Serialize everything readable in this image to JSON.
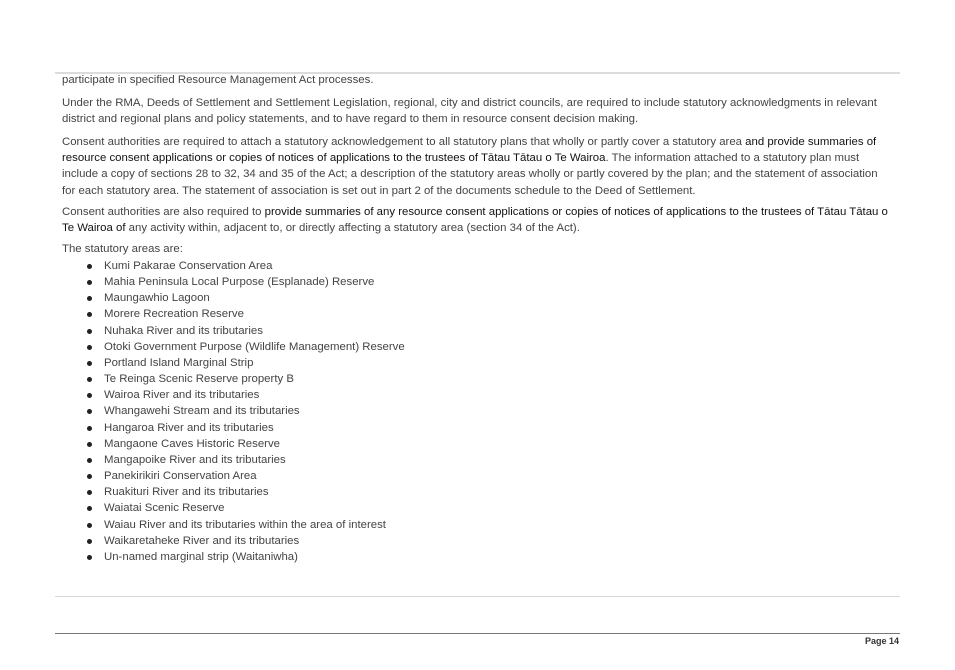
{
  "paragraphs": {
    "p1": "participate in specified Resource Management Act processes.",
    "p2": "Under the RMA, Deeds of Settlement and Settlement Legislation, regional, city and district councils, are required to include statutory acknowledgments in relevant district and regional plans and policy statements, and to have regard to them in resource consent decision making.",
    "p3a": "Consent authorities are required to attach a statutory acknowledgement to all statutory plans that wholly or partly cover a statutory area ",
    "p3b": "and provide summaries of resource consent applications or copies of notices of applications to the trustees of Tātau Tātau o Te Wairoa",
    "p3c": ". The information attached to a statutory plan must include a copy of sections 28 to 32, 34 and 35 of the Act; a description of the statutory areas wholly or partly covered by the plan; and the statement of association for each statutory area. The statement of association is set out in part 2 of the documents schedule to the Deed of Settlement.",
    "p4a": "Consent authorities are also required to ",
    "p4b": "provide summaries of any resource consent applications or copies of notices of applications to the trustees of Tātau Tātau o Te Wairoa of",
    "p4c": " any activity within, adjacent to, or directly affecting a statutory area (section 34 of the Act).",
    "p5": "The statutory areas are:"
  },
  "areas": [
    "Kumi Pakarae Conservation Area",
    "Mahia Peninsula Local Purpose (Esplanade) Reserve",
    "Maungawhio Lagoon",
    "Morere Recreation Reserve",
    "Nuhaka River and its tributaries",
    "Otoki Government Purpose (Wildlife Management) Reserve",
    "Portland Island Marginal Strip",
    "Te Reinga Scenic Reserve property B",
    "Wairoa River and its tributaries",
    "Whangawehi Stream and its tributaries",
    "Hangaroa River and its tributaries",
    "Mangaone Caves Historic Reserve",
    "Mangapoike River and its tributaries",
    "Panekirikiri Conservation Area",
    "Ruakituri River and its tributaries",
    "Waiatai Scenic Reserve",
    "Waiau River and its tributaries within the area of interest",
    "Waikaretaheke River and its tributaries",
    "Un-named marginal strip (Waitaniwha)"
  ],
  "footer": {
    "page": "Page 14"
  }
}
